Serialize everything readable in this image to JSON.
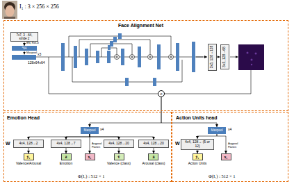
{
  "diagram": {
    "nodes": [
      {
        "text": [
          "Face Alignment Net"
        ]
      },
      {
        "text": [
          "7x7, 3→64, stride 2"
        ],
        "in": 0
      },
      {
        "text": [
          "*64"
        ],
        "in": 0
      },
      {
        "text": [
          "3x3, 128→128"
        ],
        "in": 0
      },
      {
        "text": [
          "3x3, 128→68"
        ],
        "in": 0
      },
      {
        "text": [
          "c"
        ],
        "in": 0
      },
      {
        "text": [
          "Emotion Head"
        ]
      },
      {
        "text": [
          "Maxpool"
        ],
        "in": 6
      },
      {
        "text": [
          "4x4, 128→2"
        ],
        "in": 6
      },
      {
        "text": [
          "4x4, 128→7"
        ],
        "in": 6
      },
      {
        "text": [
          "x₁"
        ],
        "in": 6
      },
      {
        "text": [
          "4x4, 128→20"
        ],
        "in": 6
      },
      {
        "text": [
          "4x4, 128→20"
        ],
        "in": 6
      },
      {
        "text": [
          "ŷ₁",
          "Valence/Arousal"
        ],
        "in": 6
      },
      {
        "text": [
          "ê",
          "Emotion"
        ],
        "in": 6
      },
      {
        "text": [
          "v̂",
          "Valence (class)"
        ],
        "in": 6
      },
      {
        "text": [
          "â",
          "Arousal (class)"
        ],
        "in": 6
      },
      {
        "text": [
          "Action Units head"
        ]
      },
      {
        "text": [
          "Maxpool"
        ],
        "in": 17
      },
      {
        "text": [
          "4x4, 128→ (5 or 12)"
        ],
        "in": 17
      },
      {
        "text": [
          "x₁"
        ],
        "in": 17
      },
      {
        "text": [
          "ŷ₁",
          "Action Units"
        ],
        "in": 17
      }
    ],
    "edges": [
      {
        "from": 1,
        "to": 2,
        "arrow": "to"
      },
      {
        "from": 3,
        "to": 4,
        "arrow": "to"
      },
      {
        "from": 5,
        "to": 7,
        "arrow": "to"
      },
      {
        "from": 5,
        "to": 18,
        "arrow": "to"
      },
      {
        "from": 7,
        "to": 8,
        "arrow": "to"
      },
      {
        "from": 7,
        "to": 9,
        "arrow": "to"
      },
      {
        "from": 7,
        "to": 10,
        "arrow": "to"
      },
      {
        "from": 7,
        "to": 11,
        "arrow": "to"
      },
      {
        "from": 7,
        "to": 12,
        "arrow": "to"
      },
      {
        "from": 8,
        "to": 13,
        "arrow": "to"
      },
      {
        "from": 9,
        "to": 14,
        "arrow": "to"
      },
      {
        "from": 11,
        "to": 15,
        "arrow": "to"
      },
      {
        "from": 12,
        "to": 16,
        "arrow": "to"
      },
      {
        "from": 18,
        "to": 19,
        "arrow": "to"
      },
      {
        "from": 18,
        "to": 20,
        "arrow": "to"
      },
      {
        "from": 19,
        "to": 21,
        "arrow": "to"
      }
    ],
    "labels": [
      "I₁ : 3 × 256 × 256",
      "BN, ReLU",
      "Maxpool",
      "x3",
      "128x64x64",
      "x4",
      "W",
      "Avgpool Flatten",
      "Φ(I₁) : 512 × 1",
      "x4",
      "W",
      "Avgpool Flatten",
      "Φ(I₁) : 512 × 1"
    ]
  }
}
